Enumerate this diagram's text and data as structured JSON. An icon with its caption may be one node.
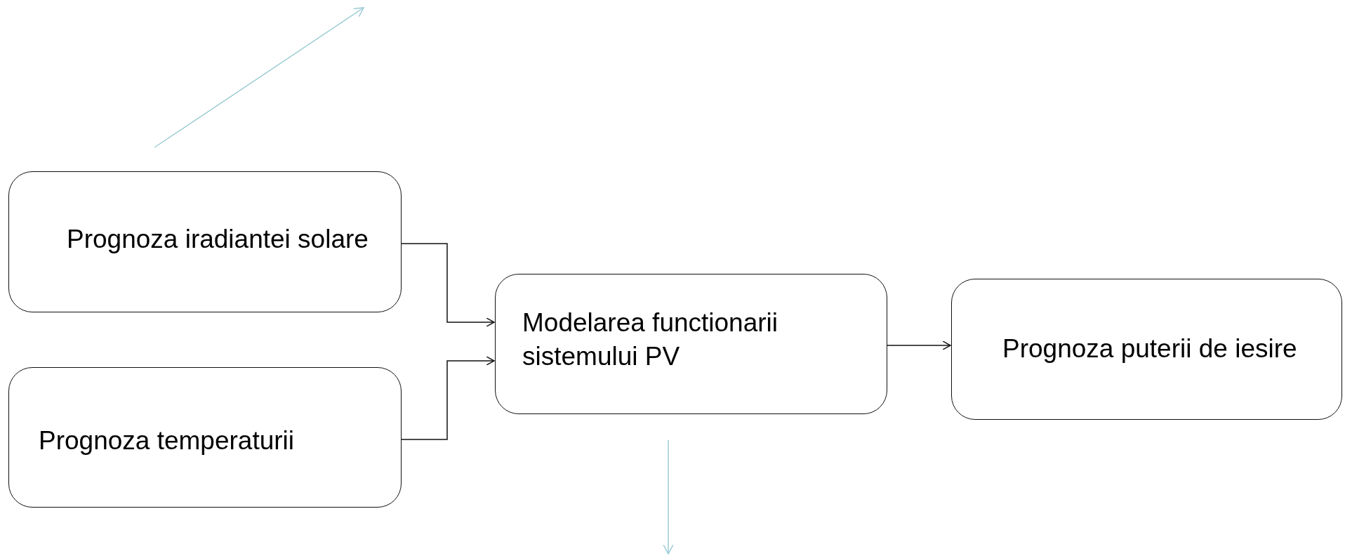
{
  "diagram": {
    "nodes": [
      {
        "text": [
          "Prognoza iradiantei solare"
        ]
      },
      {
        "text": [
          "Prognoza temperaturii"
        ]
      },
      {
        "text": [
          "Modelarea functionarii sistemului PV"
        ]
      },
      {
        "text": [
          "Prognoza puterii de iesire"
        ]
      }
    ],
    "edges": [
      {
        "from": 0,
        "to": 2,
        "arrow": "to"
      },
      {
        "from": 1,
        "to": 2,
        "arrow": "to"
      },
      {
        "from": 2,
        "to": 3,
        "arrow": "to"
      }
    ]
  }
}
